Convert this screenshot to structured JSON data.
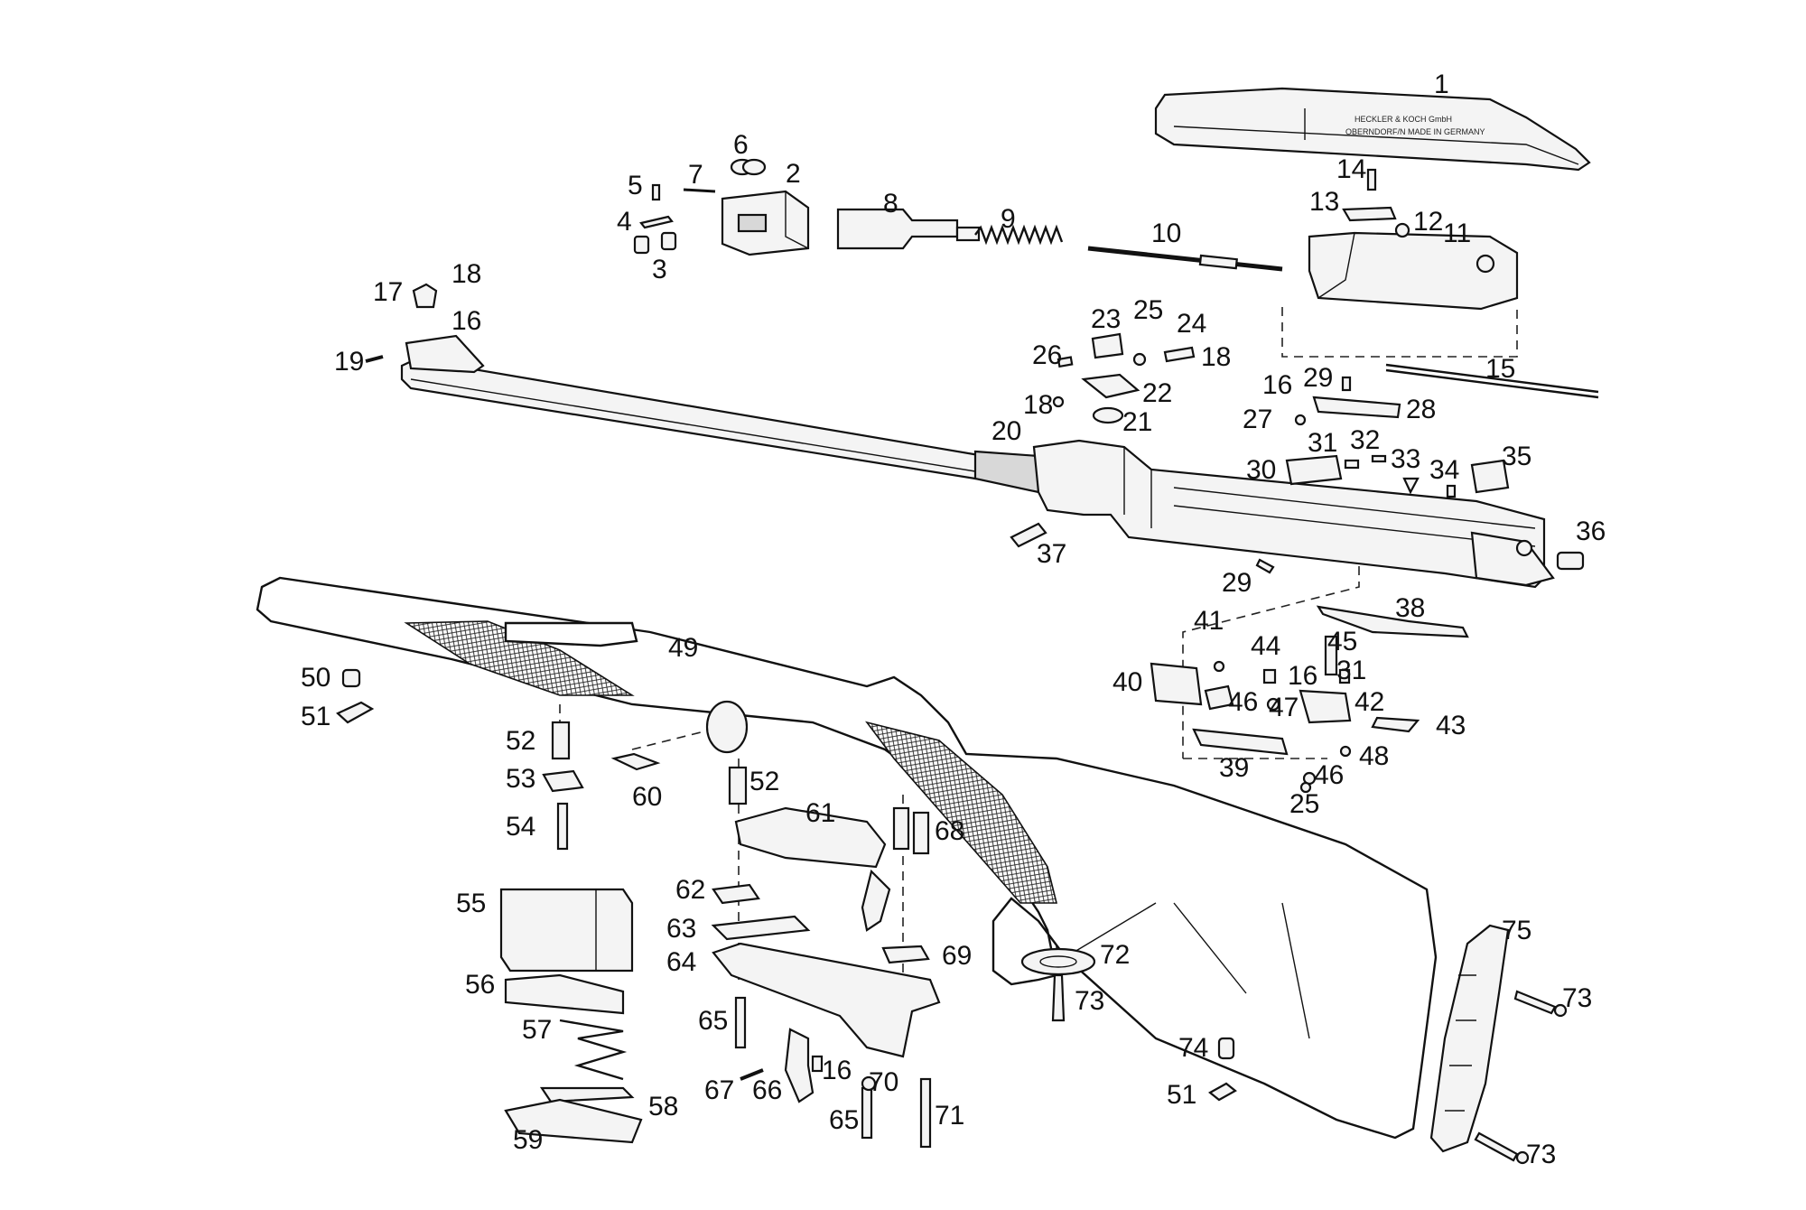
{
  "diagram": {
    "background": "#ffffff",
    "line_color": "#111111",
    "receiver_cover_marking": {
      "line1": "HECKLER & KOCH GmbH",
      "line2": "OBERNDORF/N  MADE IN GERMANY"
    },
    "callouts": [
      {
        "id": "c1",
        "text": "1"
      },
      {
        "id": "c2",
        "text": "2"
      },
      {
        "id": "c3",
        "text": "3"
      },
      {
        "id": "c4",
        "text": "4"
      },
      {
        "id": "c5",
        "text": "5"
      },
      {
        "id": "c6",
        "text": "6"
      },
      {
        "id": "c7",
        "text": "7"
      },
      {
        "id": "c8",
        "text": "8"
      },
      {
        "id": "c9",
        "text": "9"
      },
      {
        "id": "c10",
        "text": "10"
      },
      {
        "id": "c11",
        "text": "11"
      },
      {
        "id": "c12",
        "text": "12"
      },
      {
        "id": "c13",
        "text": "13"
      },
      {
        "id": "c14",
        "text": "14"
      },
      {
        "id": "c15",
        "text": "15"
      },
      {
        "id": "c16a",
        "text": "16"
      },
      {
        "id": "c16b",
        "text": "16"
      },
      {
        "id": "c16c",
        "text": "16"
      },
      {
        "id": "c16d",
        "text": "16"
      },
      {
        "id": "c17",
        "text": "17"
      },
      {
        "id": "c18a",
        "text": "18"
      },
      {
        "id": "c18b",
        "text": "18"
      },
      {
        "id": "c18c",
        "text": "18"
      },
      {
        "id": "c19",
        "text": "19"
      },
      {
        "id": "c20",
        "text": "20"
      },
      {
        "id": "c21",
        "text": "21"
      },
      {
        "id": "c22",
        "text": "22"
      },
      {
        "id": "c23",
        "text": "23"
      },
      {
        "id": "c24",
        "text": "24"
      },
      {
        "id": "c25a",
        "text": "25"
      },
      {
        "id": "c25b",
        "text": "25"
      },
      {
        "id": "c26",
        "text": "26"
      },
      {
        "id": "c27",
        "text": "27"
      },
      {
        "id": "c28",
        "text": "28"
      },
      {
        "id": "c29a",
        "text": "29"
      },
      {
        "id": "c29b",
        "text": "29"
      },
      {
        "id": "c30",
        "text": "30"
      },
      {
        "id": "c31a",
        "text": "31"
      },
      {
        "id": "c31b",
        "text": "31"
      },
      {
        "id": "c32",
        "text": "32"
      },
      {
        "id": "c33",
        "text": "33"
      },
      {
        "id": "c34",
        "text": "34"
      },
      {
        "id": "c35",
        "text": "35"
      },
      {
        "id": "c36",
        "text": "36"
      },
      {
        "id": "c37",
        "text": "37"
      },
      {
        "id": "c38",
        "text": "38"
      },
      {
        "id": "c39",
        "text": "39"
      },
      {
        "id": "c40",
        "text": "40"
      },
      {
        "id": "c41",
        "text": "41"
      },
      {
        "id": "c42",
        "text": "42"
      },
      {
        "id": "c43",
        "text": "43"
      },
      {
        "id": "c44",
        "text": "44"
      },
      {
        "id": "c45",
        "text": "45"
      },
      {
        "id": "c46a",
        "text": "46"
      },
      {
        "id": "c46b",
        "text": "46"
      },
      {
        "id": "c47",
        "text": "47"
      },
      {
        "id": "c48",
        "text": "48"
      },
      {
        "id": "c49",
        "text": "49"
      },
      {
        "id": "c50",
        "text": "50"
      },
      {
        "id": "c51a",
        "text": "51"
      },
      {
        "id": "c51b",
        "text": "51"
      },
      {
        "id": "c52a",
        "text": "52"
      },
      {
        "id": "c52b",
        "text": "52"
      },
      {
        "id": "c53",
        "text": "53"
      },
      {
        "id": "c54",
        "text": "54"
      },
      {
        "id": "c55",
        "text": "55"
      },
      {
        "id": "c56",
        "text": "56"
      },
      {
        "id": "c57",
        "text": "57"
      },
      {
        "id": "c58",
        "text": "58"
      },
      {
        "id": "c59",
        "text": "59"
      },
      {
        "id": "c60",
        "text": "60"
      },
      {
        "id": "c61",
        "text": "61"
      },
      {
        "id": "c62",
        "text": "62"
      },
      {
        "id": "c63",
        "text": "63"
      },
      {
        "id": "c64",
        "text": "64"
      },
      {
        "id": "c65a",
        "text": "65"
      },
      {
        "id": "c65b",
        "text": "65"
      },
      {
        "id": "c66",
        "text": "66"
      },
      {
        "id": "c67",
        "text": "67"
      },
      {
        "id": "c68",
        "text": "68"
      },
      {
        "id": "c69",
        "text": "69"
      },
      {
        "id": "c70",
        "text": "70"
      },
      {
        "id": "c71",
        "text": "71"
      },
      {
        "id": "c72",
        "text": "72"
      },
      {
        "id": "c73a",
        "text": "73"
      },
      {
        "id": "c73b",
        "text": "73"
      },
      {
        "id": "c73c",
        "text": "73"
      },
      {
        "id": "c74",
        "text": "74"
      },
      {
        "id": "c75",
        "text": "75"
      }
    ]
  }
}
